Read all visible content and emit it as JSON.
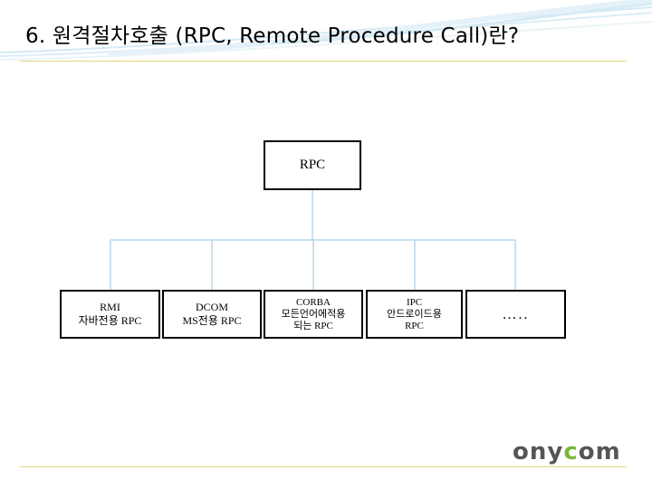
{
  "slide": {
    "title": "6. 원격절차호출 (RPC, Remote Procedure Call)란?"
  },
  "diagram": {
    "root": {
      "label": "RPC"
    },
    "children": [
      {
        "line1": "RMI",
        "line2": "자바전용 RPC",
        "line3": ""
      },
      {
        "line1": "DCOM",
        "line2": "MS전용 RPC",
        "line3": ""
      },
      {
        "line1": "CORBA",
        "line2": "모든언어에적용",
        "line3": "되는 RPC"
      },
      {
        "line1": "IPC",
        "line2": "안드로이드용",
        "line3": "RPC"
      },
      {
        "line1": "…..",
        "line2": "",
        "line3": ""
      }
    ]
  },
  "footer": {
    "logo_text_a": "ony",
    "logo_text_b": "c",
    "logo_text_c": "om"
  },
  "colors": {
    "connector": "#a9cfe3",
    "rule": "#e2d67a",
    "deco": "#cfe6f2"
  }
}
